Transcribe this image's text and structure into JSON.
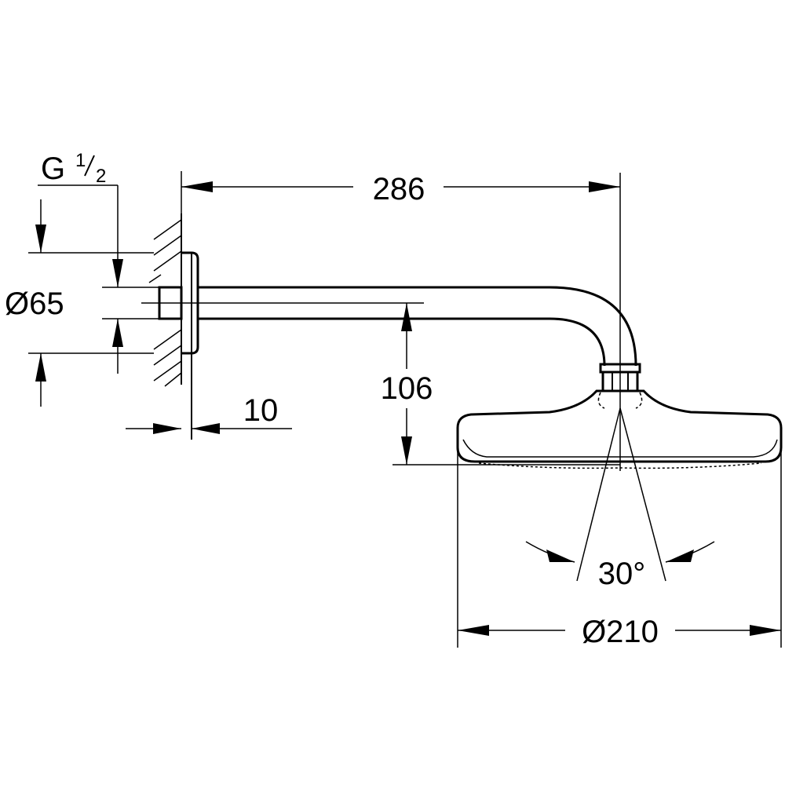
{
  "labels": {
    "thread_main": "G",
    "thread_num": "1",
    "thread_den": "2",
    "arm_length": "286",
    "flange_diameter": "Ø65",
    "flange_depth": "10",
    "drop_height": "106",
    "spray_angle": "30°",
    "head_diameter": "Ø210"
  }
}
